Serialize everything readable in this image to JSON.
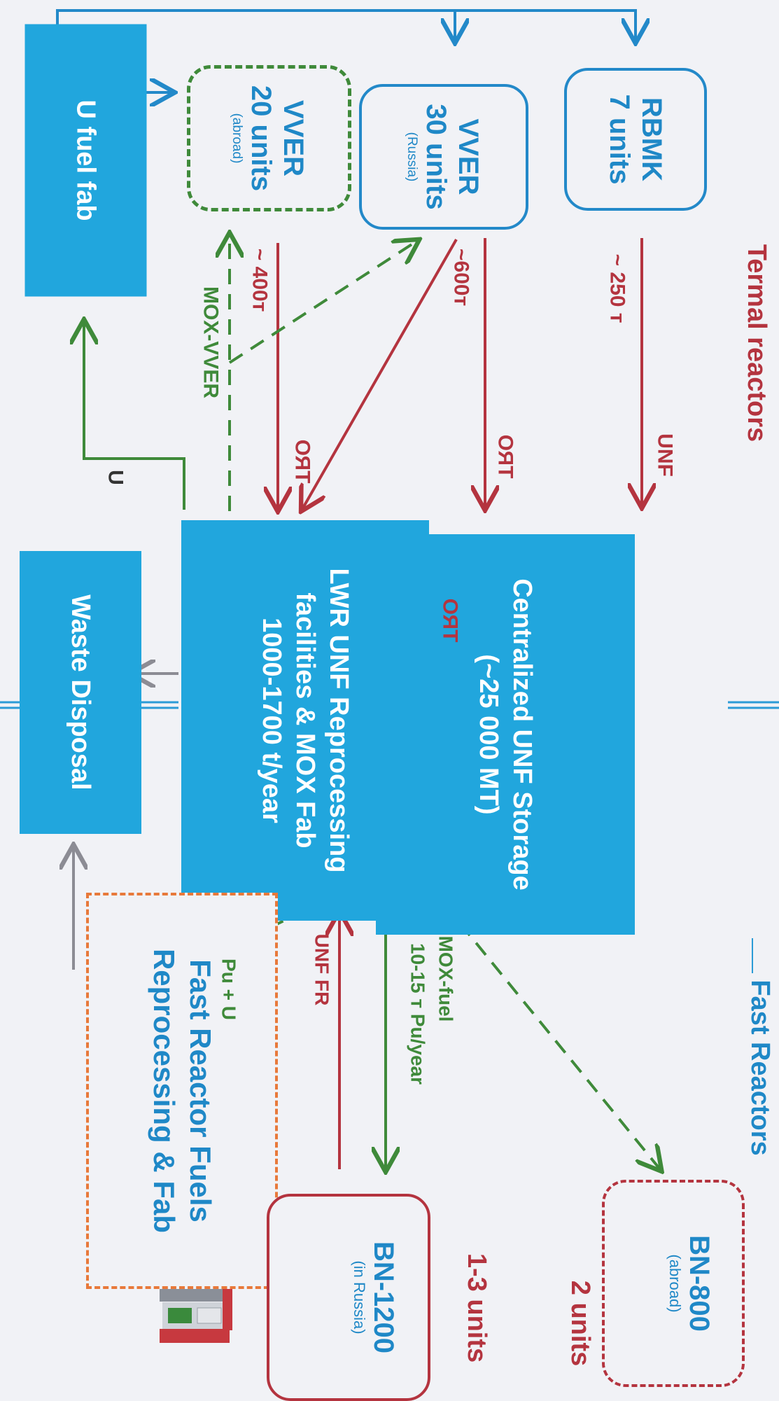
{
  "sections": {
    "thermal": "Termal  reactors",
    "fast": "Fast Reactors"
  },
  "reactors": {
    "rbmk": {
      "name": "RBMK",
      "units": "7 units"
    },
    "vver_russia": {
      "name": "VVER",
      "units": "30 units",
      "location": "(Russia)"
    },
    "vver_abroad": {
      "name": "VVER",
      "units": "20 units",
      "location": "(abroad)"
    },
    "bn800": {
      "name": "BN-800",
      "location": "(abroad)",
      "count": "2 units"
    },
    "bn1200": {
      "name": "BN-1200",
      "location": "(in Russia)",
      "count": "1-3 units"
    }
  },
  "facilities": {
    "fuel_fab": "U fuel fab",
    "storage": [
      "Centralized UNF Storage",
      "(~25 000 MT)"
    ],
    "reprocessing": [
      "LWR UNF Reprocessing",
      "facilities & MOX Fab",
      "1000-1700 t/year"
    ],
    "waste": "Waste Disposal",
    "fast_fab": [
      "Fast  Reactor Fuels",
      "Reprocessing & Fab"
    ]
  },
  "flows": {
    "rbmk_qty": "~ 250 т",
    "vver_russia_qty": "~600т",
    "vver_abroad_qty": "~ 400т",
    "unf": "UNF",
    "oyat1": "ОЯТ",
    "oyat2": "ОЯТ",
    "oyat3": "ОЯТ",
    "mox_vver": "MOX-VVER",
    "u": "U",
    "pu_u": "Pu + U",
    "unf_fr": "UNF FR",
    "mox_fuel": "MOX-fuel",
    "mox_qty": "10-15 т Pu/year"
  },
  "colors": {
    "blue_fill": "#21a6dd",
    "blue_line": "#2389c9",
    "red": "#b4343f",
    "green": "#3f8a3a",
    "orange": "#e8793a",
    "gray": "#8c8c94"
  },
  "icons": [
    "russia-map-icon",
    "factory-icon",
    "arrow-icon"
  ]
}
